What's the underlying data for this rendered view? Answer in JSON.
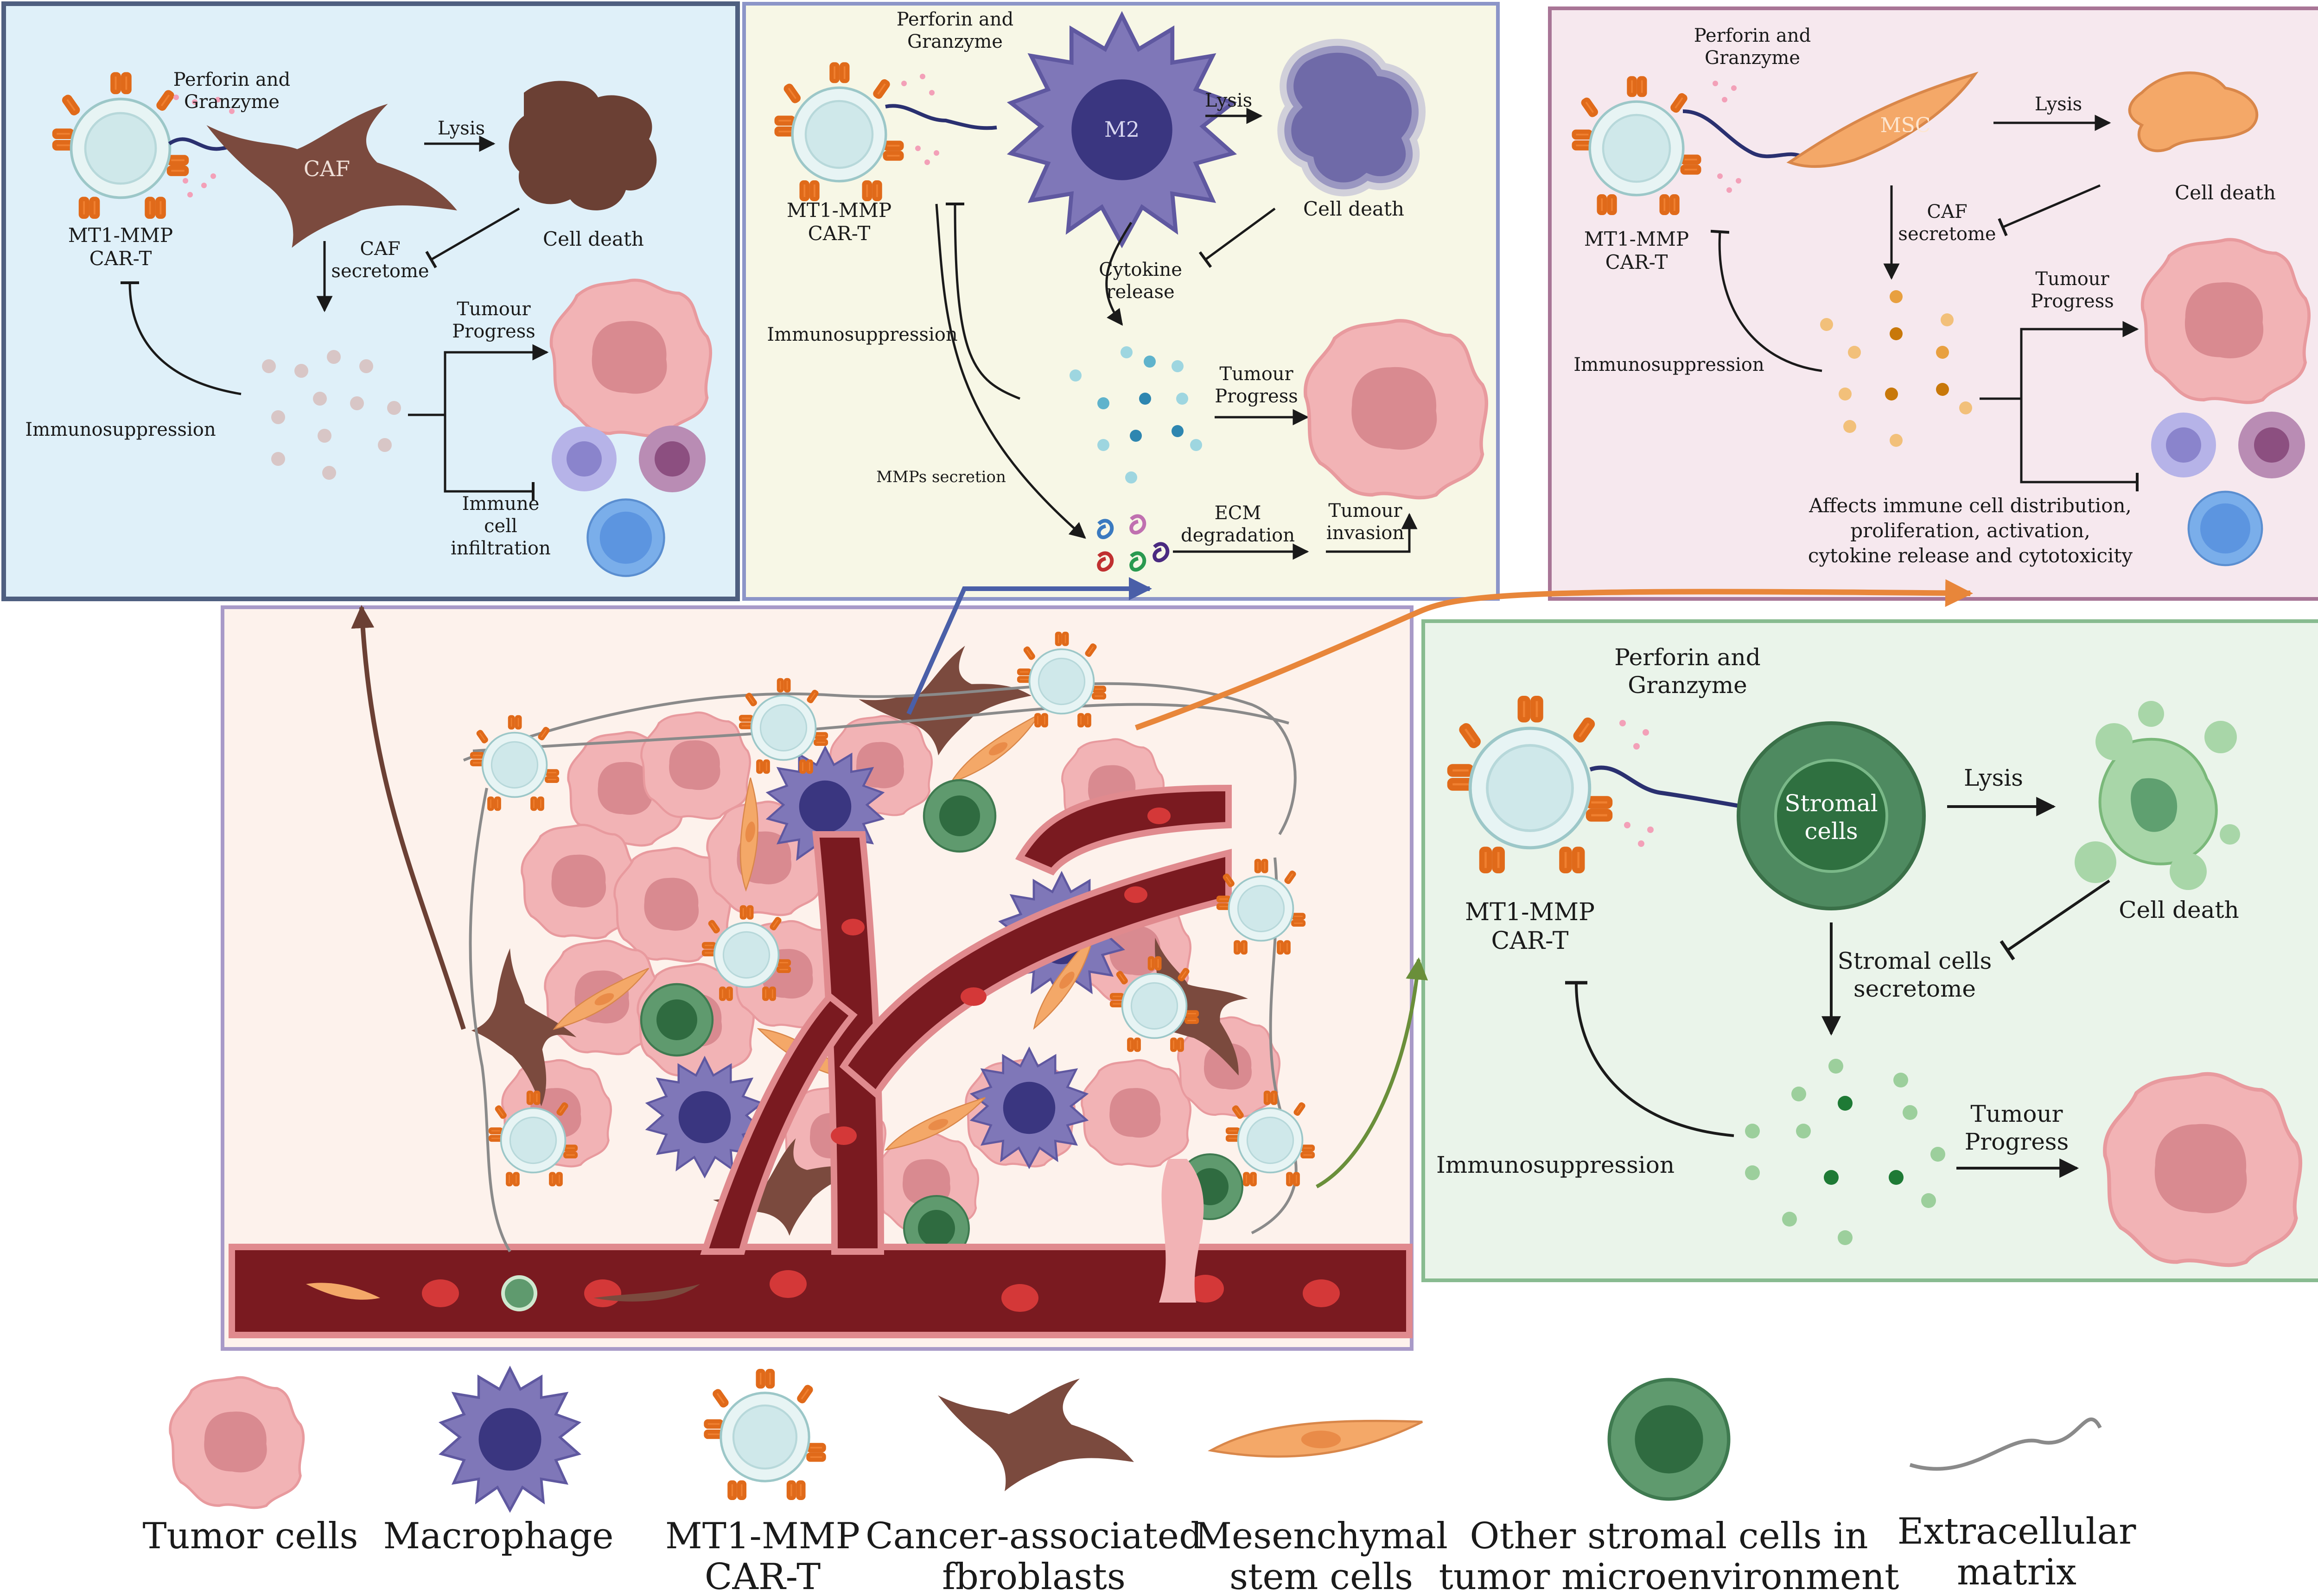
{
  "panel_caf": {
    "perforin": [
      "Perforin and",
      "Granzyme"
    ],
    "cell_label": "CAF",
    "lysis": "Lysis",
    "cell_death": "Cell death",
    "secretome": [
      "CAF",
      "secretome"
    ],
    "cart": [
      "MT1-MMP",
      "CAR-T"
    ],
    "immunosuppression": "Immunosuppression",
    "tumour_progress": [
      "Tumour",
      "Progress"
    ],
    "immune_infiltration": [
      "Immune",
      "cell",
      "infiltration"
    ]
  },
  "panel_m2": {
    "perforin": [
      "Perforin and",
      "Granzyme"
    ],
    "cell_label": "M2",
    "lysis": "Lysis",
    "cell_death": "Cell death",
    "cart": [
      "MT1-MMP",
      "CAR-T"
    ],
    "cytokine": [
      "Cytokine",
      "release"
    ],
    "immunosuppression": "Immunosuppression",
    "tumour_progress": [
      "Tumour",
      "Progress"
    ],
    "mmps": "MMPs secretion",
    "ecm": [
      "ECM",
      "degradation"
    ],
    "invasion": [
      "Tumour",
      "invasion"
    ]
  },
  "panel_msc": {
    "perforin": [
      "Perforin and",
      "Granzyme"
    ],
    "cell_label": "MSC",
    "lysis": "Lysis",
    "cell_death": "Cell death",
    "secretome": [
      "CAF",
      "secretome"
    ],
    "cart": [
      "MT1-MMP",
      "CAR-T"
    ],
    "immunosuppression": "Immunosuppression",
    "tumour_progress": [
      "Tumour",
      "Progress"
    ],
    "affects": [
      "Affects immune cell distribution,",
      "proliferation, activation,",
      "cytokine release and cytotoxicity"
    ]
  },
  "panel_stromal": {
    "perforin": [
      "Perforin and",
      "Granzyme"
    ],
    "cell_label": [
      "Stromal",
      "cells"
    ],
    "lysis": "Lysis",
    "cell_death": "Cell death",
    "cart": [
      "MT1-MMP",
      "CAR-T"
    ],
    "secretome": [
      "Stromal cells",
      "secretome"
    ],
    "immunosuppression": "Immunosuppression",
    "tumour_progress": [
      "Tumour",
      "Progress"
    ]
  },
  "legend": {
    "tumor": [
      "Tumor cells"
    ],
    "macrophage": [
      "Macrophage"
    ],
    "cart": [
      "MT1-MMP",
      "CAR-T"
    ],
    "caf": [
      "Cancer-associated",
      "fbroblasts"
    ],
    "msc": [
      "Mesenchymal",
      "stem cells"
    ],
    "stromal": [
      "Other stromal cells in",
      "tumor microenvironment"
    ],
    "ecm": [
      "Extracellular",
      "matrix"
    ]
  },
  "colors": {
    "panel_caf_bg": "#dff0f9",
    "panel_m2_bg": "#f7f7e6",
    "panel_msc_bg": "#f6e8ee",
    "panel_stromal_bg": "#eaf4ea",
    "tme_bg": "#fdf2ec",
    "tumor": "#f2b3b5",
    "macrophage": "#7f77b8",
    "caf": "#7b4a3e",
    "msc": "#f4a868",
    "stromal": "#5f9a6e",
    "vessel": "#7a1a20",
    "arrow_orange": "#e8863a",
    "arrow_blue": "#4a5fa8",
    "arrow_brown": "#6b4034",
    "arrow_green": "#6a8f3a"
  }
}
